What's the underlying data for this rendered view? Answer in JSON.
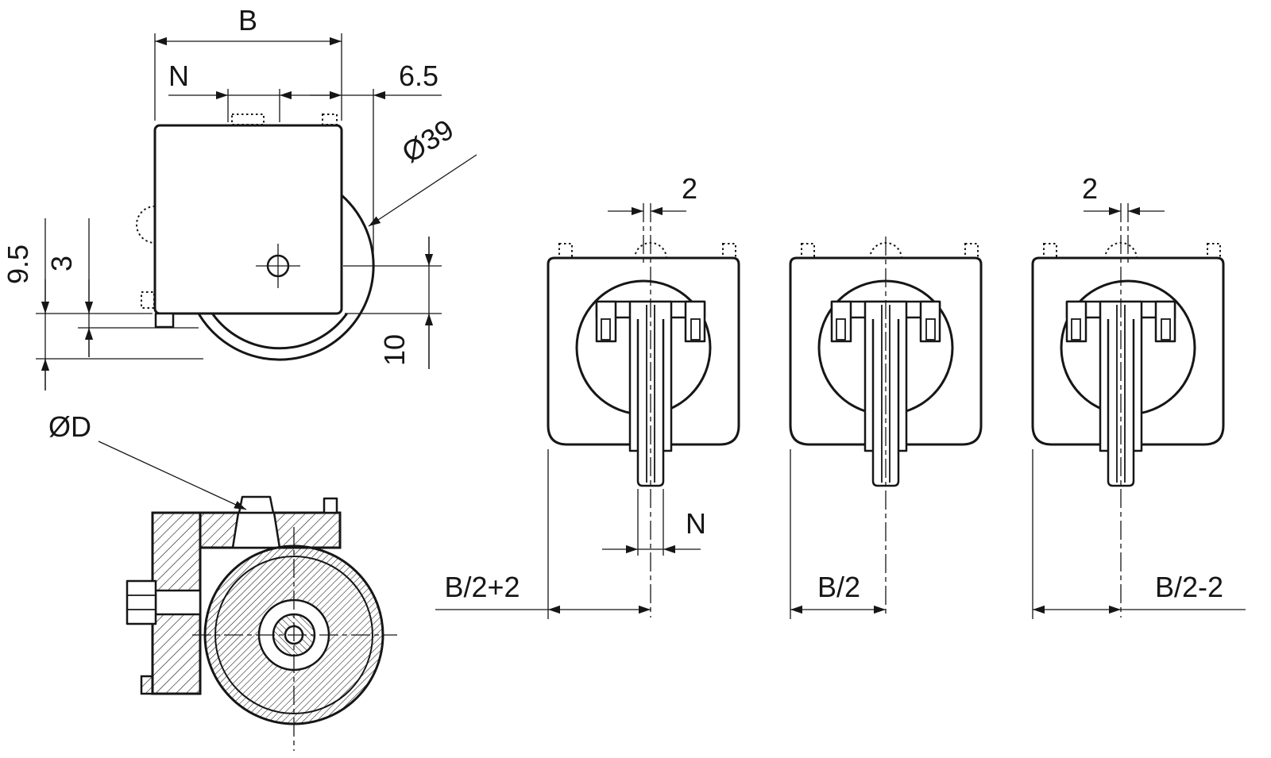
{
  "drawing": {
    "type": "technical-drawing",
    "subject": "sliding-door roller assembly, side view, cross-section and three front variants",
    "line_color": "#161616",
    "background_color": "#ffffff"
  },
  "labels": {
    "b": "B",
    "n_top": "N",
    "six_five": "6.5",
    "dia39": "Ø39",
    "nine_five": "9.5",
    "three": "3",
    "ten": "10",
    "diaD": "ØD",
    "two_v1": "2",
    "n_pin": "N",
    "b_half_plus2": "B/2+2",
    "b_half": "B/2",
    "two_v3": "2",
    "b_half_minus2": "B/2-2"
  }
}
